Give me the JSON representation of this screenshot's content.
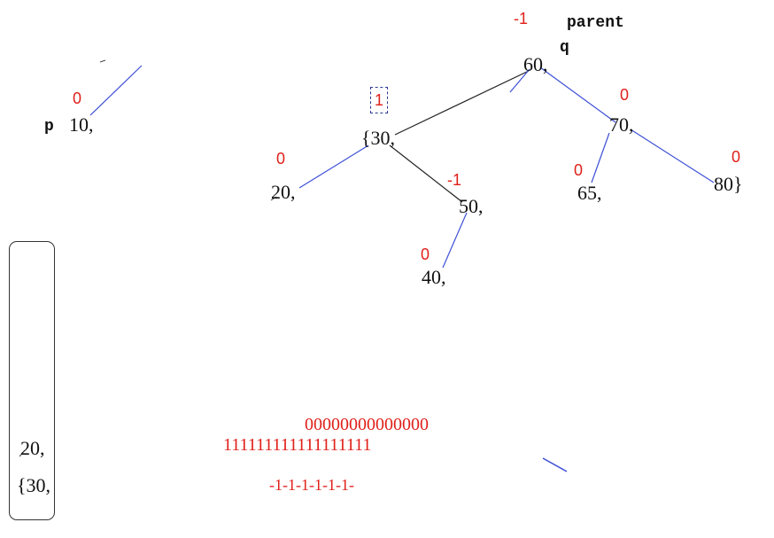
{
  "labels": {
    "p": "p",
    "parent": "parent",
    "q": "q"
  },
  "tree": {
    "nodes": {
      "n10": "10,",
      "n60": "60,",
      "n30": "{30,",
      "n70": "70,",
      "n20": "20,",
      "n50": "50,",
      "n65": "65,",
      "n80": "80}",
      "n40": "40,"
    },
    "balance_factors": {
      "bf10": "0",
      "bf60": "-1",
      "bf30": "1",
      "bf70": "0",
      "bf20": "0",
      "bf50": "-1",
      "bf65": "0",
      "bf80": "0",
      "bf40": "0"
    }
  },
  "stack": {
    "items": [
      "20,",
      "{30,"
    ]
  },
  "scratch": {
    "row_zeros": "00000000000000",
    "row_ones": "111111111111111111",
    "row_minus": "-1-1-1-1-1-1-"
  },
  "colors": {
    "black_edge": "#222222",
    "blue_edge": "#3d4fd6",
    "balance_red": "#e0201a"
  }
}
